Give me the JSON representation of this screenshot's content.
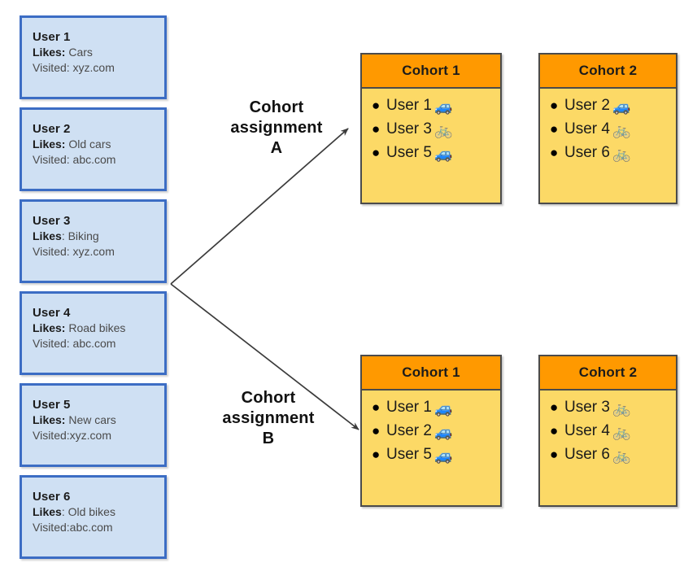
{
  "users": [
    {
      "name": "User 1",
      "likes_label": "Likes:",
      "likes": " Cars",
      "visited": "Visited: xyz.com"
    },
    {
      "name": "User 2",
      "likes_label": "Likes:",
      "likes": " Old cars",
      "visited": "Visited: abc.com"
    },
    {
      "name": "User 3",
      "likes_label": "Likes",
      "likes": ": Biking",
      "visited": "Visited: xyz.com"
    },
    {
      "name": "User 4",
      "likes_label": "Likes:",
      "likes": " Road bikes",
      "visited": "Visited: abc.com"
    },
    {
      "name": "User 5",
      "likes_label": "Likes:",
      "likes": " New cars",
      "visited": "Visited:xyz.com"
    },
    {
      "name": "User 6",
      "likes_label": "Likes",
      "likes": ": Old bikes",
      "visited": "Visited:abc.com"
    }
  ],
  "assignments": [
    {
      "id": "A",
      "label": "Cohort\nassignment\nA",
      "cohorts": [
        {
          "title": "Cohort 1",
          "members": [
            {
              "name": "User 1",
              "icon": "car-emoji",
              "glyph": "🚙"
            },
            {
              "name": "User 3",
              "icon": "bicycle-emoji",
              "glyph": "🚲"
            },
            {
              "name": "User 5",
              "icon": "car-emoji",
              "glyph": "🚙"
            }
          ]
        },
        {
          "title": "Cohort 2",
          "members": [
            {
              "name": "User 2",
              "icon": "car-emoji",
              "glyph": "🚙"
            },
            {
              "name": "User 4",
              "icon": "bicycle-emoji",
              "glyph": "🚲"
            },
            {
              "name": "User 6",
              "icon": "bicycle-emoji",
              "glyph": "🚲"
            }
          ]
        }
      ]
    },
    {
      "id": "B",
      "label": "Cohort\nassignment\nB",
      "cohorts": [
        {
          "title": "Cohort 1",
          "members": [
            {
              "name": "User 1",
              "icon": "car-emoji",
              "glyph": "🚙"
            },
            {
              "name": "User 2",
              "icon": "car-emoji",
              "glyph": "🚙"
            },
            {
              "name": "User 5",
              "icon": "car-emoji",
              "glyph": "🚙"
            }
          ]
        },
        {
          "title": "Cohort 2",
          "members": [
            {
              "name": "User 3",
              "icon": "bicycle-emoji",
              "glyph": "🚲"
            },
            {
              "name": "User 4",
              "icon": "bicycle-emoji",
              "glyph": "🚲"
            },
            {
              "name": "User 6",
              "icon": "bicycle-emoji",
              "glyph": "🚲"
            }
          ]
        }
      ]
    }
  ],
  "bullet": "●",
  "colors": {
    "user_card_fill": "#cfe0f3",
    "user_card_border": "#3c6dc4",
    "cohort_header": "#ff9900",
    "cohort_body": "#fcd966",
    "cohort_border": "#4b4b4b",
    "arrow": "#3b3b3b",
    "text": "#1b1b1b"
  }
}
